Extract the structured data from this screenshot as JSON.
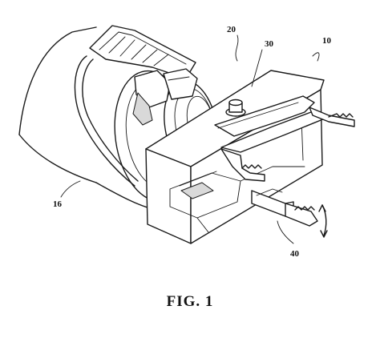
{
  "figure": {
    "caption": "FIG. 1",
    "refs": {
      "r10": "10",
      "r16": "16",
      "r20": "20",
      "r30": "30",
      "r40": "40"
    }
  }
}
